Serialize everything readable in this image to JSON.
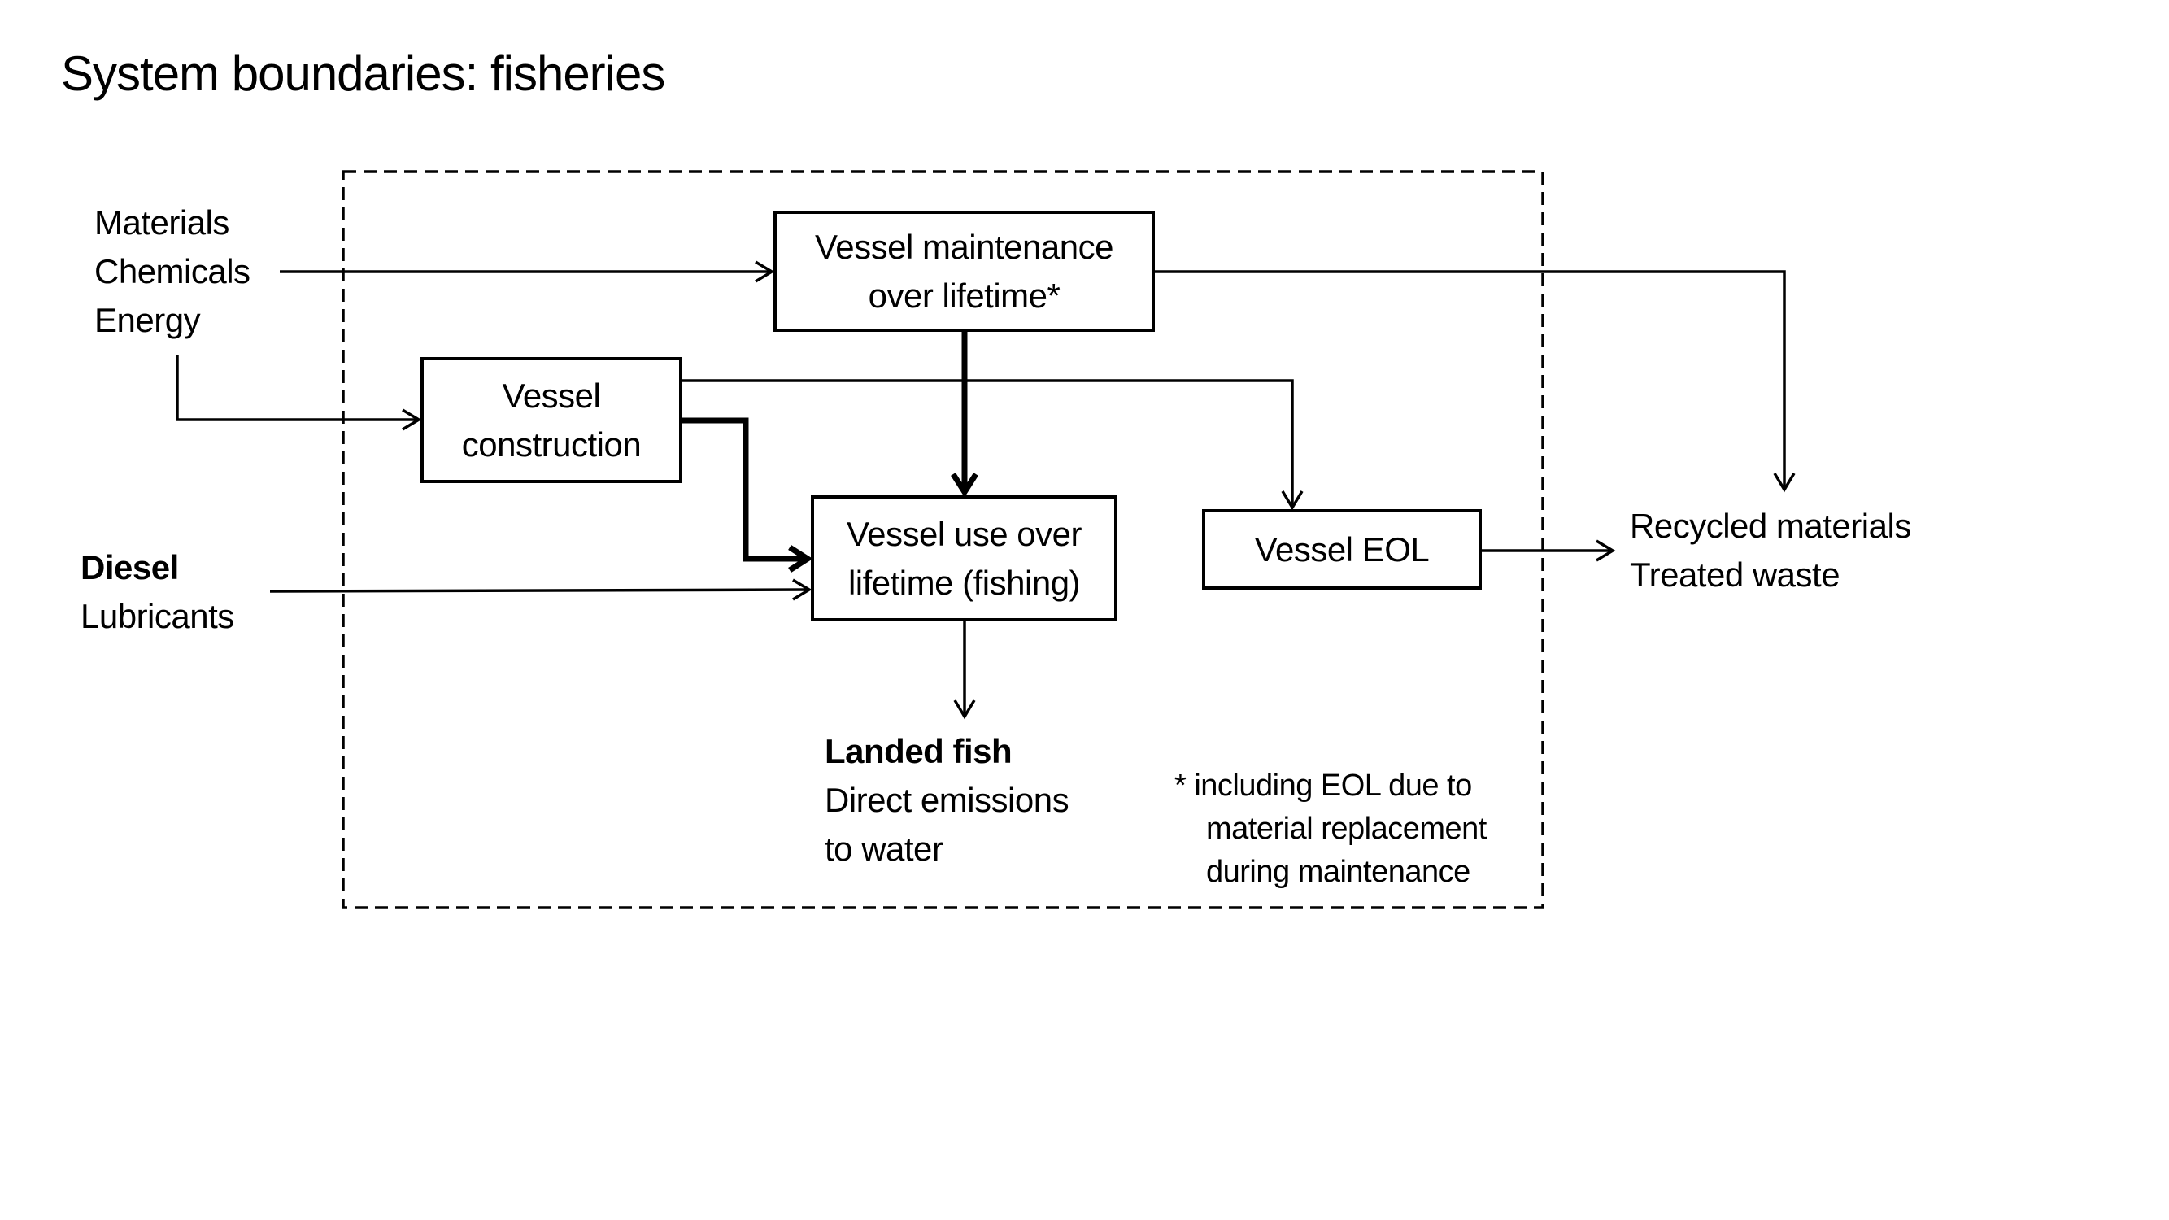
{
  "title": "System boundaries: fisheries",
  "inputs": {
    "materials_group": [
      "Materials",
      "Chemicals",
      "Energy"
    ],
    "fuel_group": {
      "primary": "Diesel",
      "secondary": "Lubricants"
    }
  },
  "processes": {
    "maintenance": [
      "Vessel maintenance",
      "over lifetime*"
    ],
    "construction": [
      "Vessel",
      "construction"
    ],
    "use": [
      "Vessel use over",
      "lifetime (fishing)"
    ],
    "eol": [
      "Vessel EOL"
    ]
  },
  "outputs": {
    "fishing": {
      "primary": "Landed fish",
      "secondary": [
        "Direct emissions",
        "to water"
      ]
    },
    "eol": [
      "Recycled materials",
      "Treated waste"
    ]
  },
  "footnote": [
    "* including EOL due to",
    "material replacement",
    "during maintenance"
  ],
  "colors": {
    "line": "#000000",
    "background": "#ffffff"
  }
}
